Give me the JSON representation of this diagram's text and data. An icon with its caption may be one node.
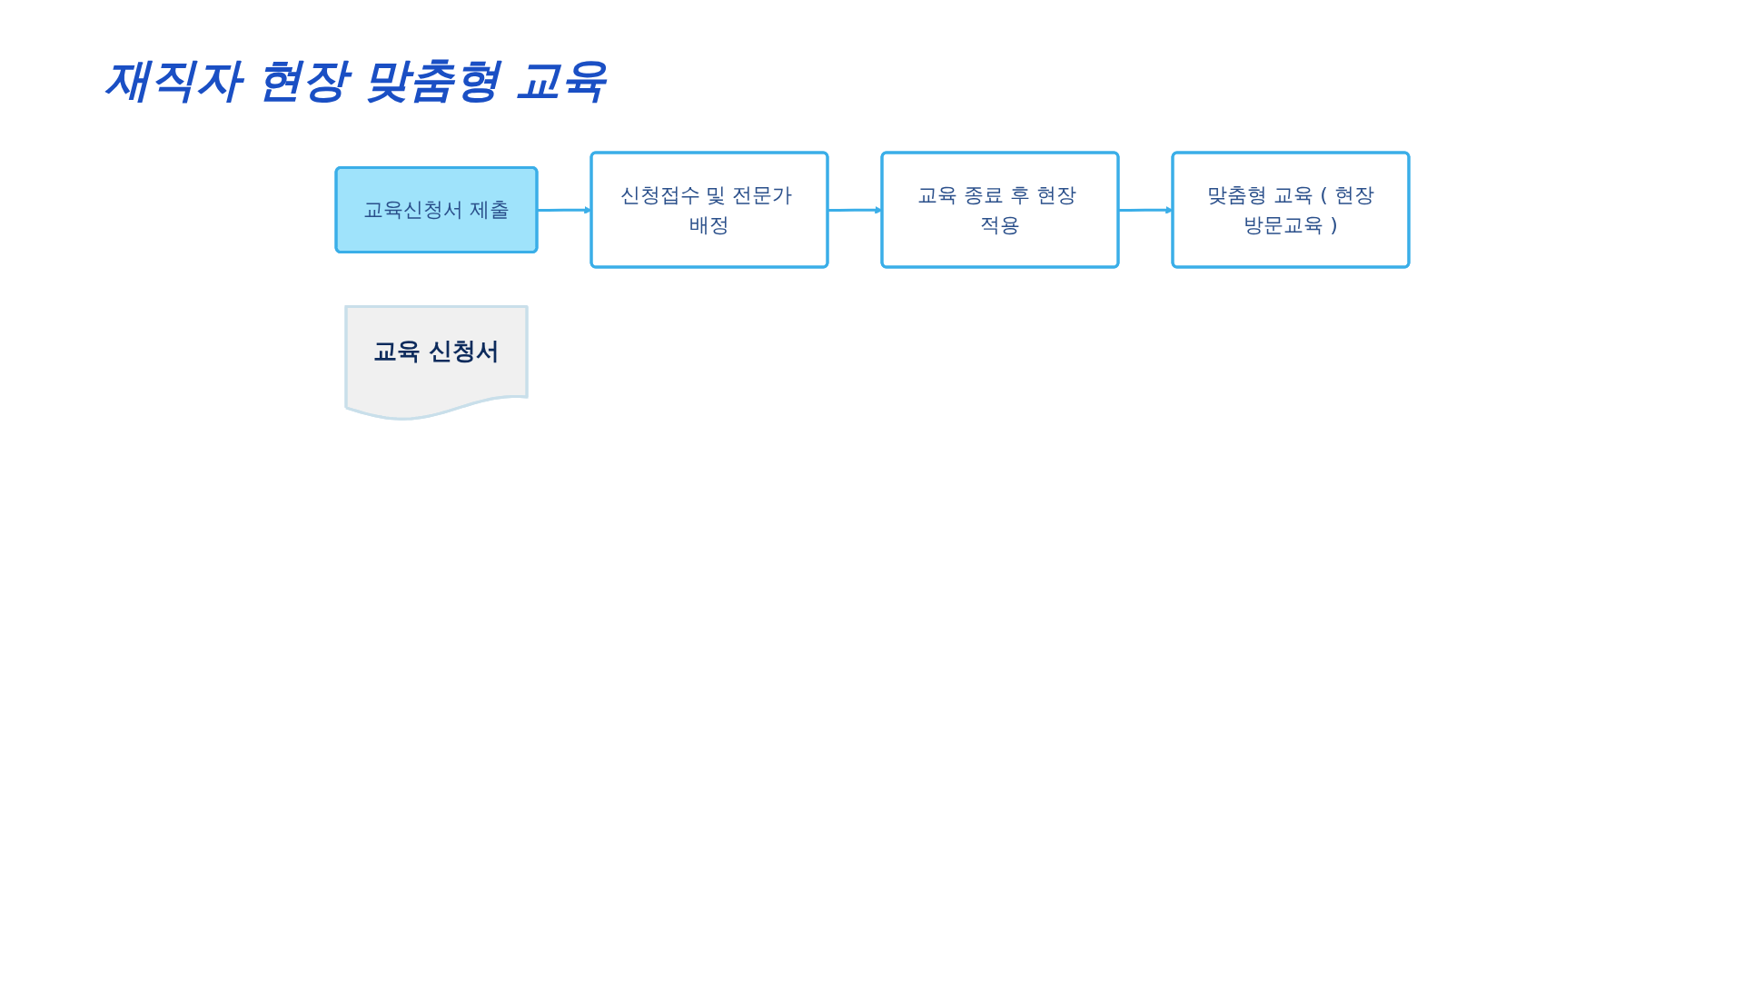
{
  "diagram": {
    "title": "재직자 현장 맞춤형 교육",
    "nodes": [
      {
        "text": [
          "교육신청서 제출"
        ]
      },
      {
        "text": [
          "신청접수 및 전문가 배정"
        ]
      },
      {
        "text": [
          "교육 종료 후 현장 적용"
        ]
      },
      {
        "text": [
          "맞춤형 교육 ( 현장방문교육 )"
        ]
      },
      {
        "text": [
          "교육 신청서"
        ]
      }
    ],
    "edges": [
      {
        "from": 0,
        "to": 1,
        "arrow": "to"
      },
      {
        "from": 1,
        "to": 2,
        "arrow": "to"
      },
      {
        "from": 2,
        "to": 3,
        "arrow": "to"
      }
    ]
  }
}
